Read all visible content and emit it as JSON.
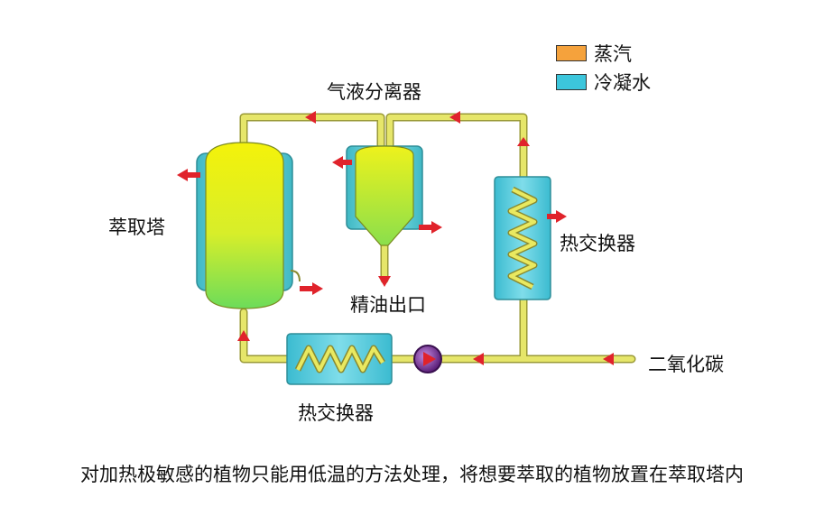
{
  "legend": {
    "items": [
      {
        "label": "蒸汽",
        "color": "#F5A23C"
      },
      {
        "label": "冷凝水",
        "color": "#3CC6DC"
      }
    ]
  },
  "labels": {
    "separator": "气液分离器",
    "extraction_tower": "萃取塔",
    "heat_exchanger_right": "热交换器",
    "oil_outlet": "精油出口",
    "co2": "二氧化碳",
    "heat_exchanger_bottom": "热交换器"
  },
  "caption": "对加热极敏感的植物只能用低温的方法处理，将想要萃取的植物放置在萃取塔内",
  "colors": {
    "pipe": "#E6E66A",
    "pipe_edge": "#9A9A36",
    "arrow": "#E0232B",
    "vessel_jacket": "#6FD0D8",
    "exchanger_body": "#4EC9DC",
    "pump": "#7A2E9A"
  }
}
